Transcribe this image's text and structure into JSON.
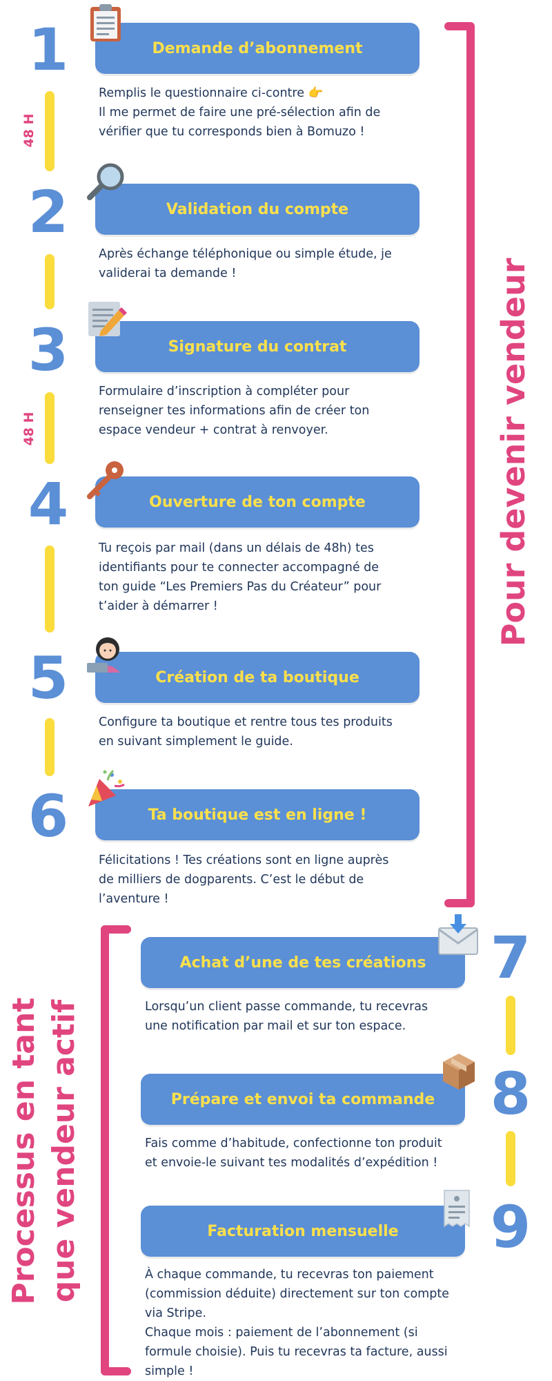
{
  "colors": {
    "blue": "#5b8fd6",
    "yellow": "#fbe04c",
    "pink": "#e0457f",
    "text": "#1f3559"
  },
  "side_labels": {
    "right": "Pour devenir vendeur",
    "left_line1": "Processus en tant",
    "left_line2": "que vendeur actif"
  },
  "durations": [
    "48 H",
    "48 H"
  ],
  "steps": [
    {
      "number": "1",
      "title": "Demande d’abonnement",
      "icon": "clipboard-icon",
      "lines": [
        "Remplis le questionnaire ci-contre 👉",
        "Il me permet de faire une pré-sélection afin de",
        "vérifier que tu corresponds bien à Bomuzo !"
      ]
    },
    {
      "number": "2",
      "title": "Validation du compte",
      "icon": "magnifier-icon",
      "lines": [
        "Après échange téléphonique ou simple étude, je",
        "validerai ta demande !"
      ]
    },
    {
      "number": "3",
      "title": "Signature du contrat",
      "icon": "memo-pencil-icon",
      "lines": [
        "Formulaire d’inscription à compléter pour",
        "renseigner tes informations afin de créer ton",
        "espace vendeur + contrat à renvoyer."
      ]
    },
    {
      "number": "4",
      "title": "Ouverture de ton compte",
      "icon": "key-icon",
      "lines": [
        "Tu reçois par mail (dans un délais de 48h) tes",
        "identifiants pour te connecter accompagné de",
        "ton guide “Les Premiers Pas du Créateur” pour",
        "t’aider à démarrer !"
      ]
    },
    {
      "number": "5",
      "title": "Création de ta boutique",
      "icon": "woman-laptop-icon",
      "lines": [
        "Configure ta boutique et rentre tous tes produits",
        "en suivant simplement le guide."
      ]
    },
    {
      "number": "6",
      "title": "Ta boutique est en ligne !",
      "icon": "party-popper-icon",
      "lines": [
        "Félicitations ! Tes créations sont en ligne auprès",
        "de milliers de dogparents. C’est le début de",
        "l’aventure !"
      ]
    },
    {
      "number": "7",
      "title": "Achat d’une de tes créations",
      "icon": "envelope-arrow-icon",
      "lines": [
        "Lorsqu’un client passe commande, tu recevras",
        "une notification par mail et sur ton espace."
      ]
    },
    {
      "number": "8",
      "title": "Prépare et envoi ta commande",
      "icon": "package-icon",
      "lines": [
        "Fais comme d’habitude, confectionne ton produit",
        "et envoie-le suivant tes modalités d’expédition !"
      ]
    },
    {
      "number": "9",
      "title": "Facturation mensuelle",
      "icon": "receipt-icon",
      "lines": [
        "À chaque commande, tu recevras ton paiement",
        "(commission déduite) directement sur ton compte",
        "via Stripe.",
        "Chaque mois : paiement de l’abonnement (si",
        "formule choisie). Puis tu recevras ta facture, aussi",
        "simple !"
      ]
    }
  ]
}
